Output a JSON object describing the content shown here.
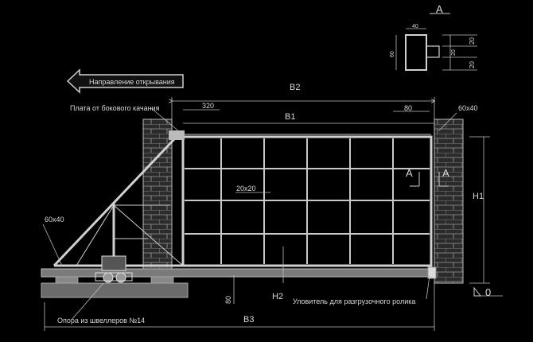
{
  "arrow": {
    "label": "Направление открывания"
  },
  "labels": {
    "plate": "Плата от бокового качания",
    "support": "Опора из швеллеров №14",
    "catcher": "Уловитель для разгрузочного ролика",
    "profile": "60x40",
    "profile_left": "60x40",
    "grid_cell": "20x20",
    "zero": "0"
  },
  "dimensions": {
    "b1": "B1",
    "b2": "B2",
    "b3": "B3",
    "h1": "H1",
    "h2": "H2",
    "d320": "320",
    "d80_top": "80",
    "d80_bottom": "80"
  },
  "section": {
    "title": "A",
    "w40": "40",
    "h60": "60",
    "d20a": "20",
    "d20b": "20",
    "d20c": "20",
    "cut_left": "A",
    "cut_right": "A"
  }
}
